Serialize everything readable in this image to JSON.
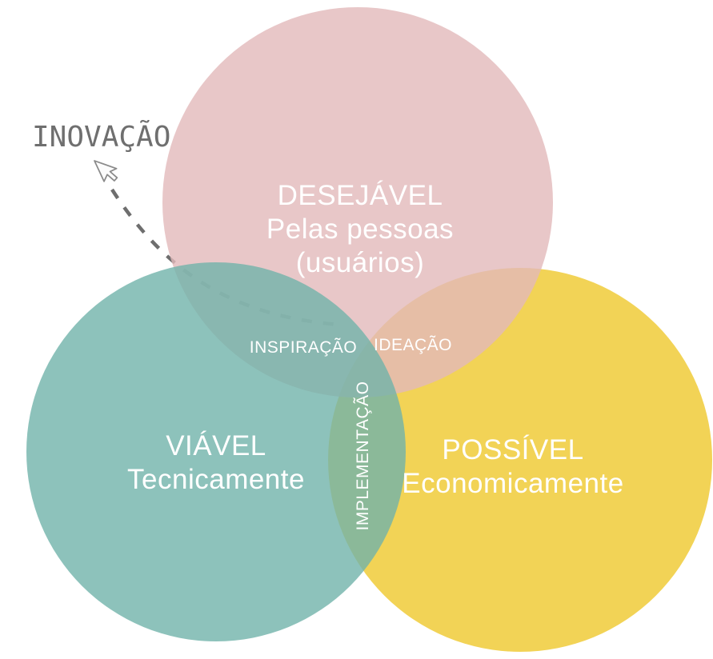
{
  "canvas": {
    "background_color": "#ffffff"
  },
  "innovation": {
    "label": "INOVAÇÃO",
    "text_color": "#6f6f6f",
    "arrow_color": "#6e6e6e",
    "arrow_style": "dashed",
    "cursor_icon": "mouse-pointer"
  },
  "circles": {
    "desirable": {
      "title": "DESEJÁVEL",
      "line2": "Pelas pessoas",
      "line3": "(usuários)",
      "color": "#e8c7c8"
    },
    "viable": {
      "title": "VIÁVEL",
      "line2": "Tecnicamente",
      "color": "#8dc2bb"
    },
    "possible": {
      "title": "POSSÍVEL",
      "line2": "Economicamente",
      "color": "#f2d356"
    }
  },
  "overlaps": {
    "inspiration": "INSPIRAÇÃO",
    "ideation": "IDEAÇÃO",
    "implementation": "IMPLEMENTAÇÃO"
  },
  "label_text_color": "#ffffff"
}
